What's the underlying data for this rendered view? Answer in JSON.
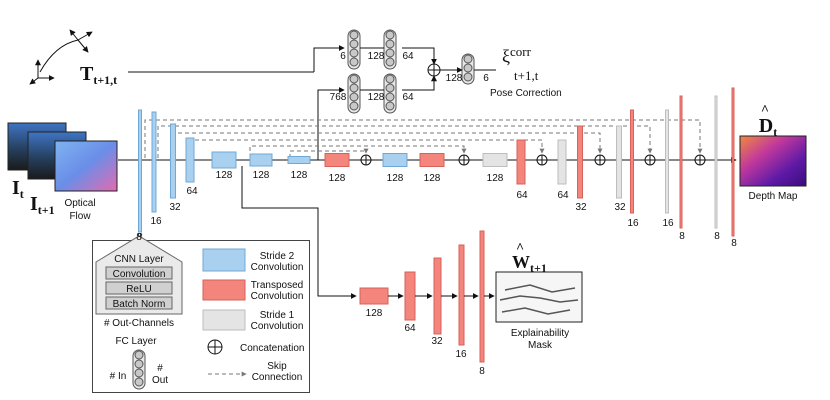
{
  "inputs": {
    "frame_t": "I",
    "frame_t_sub": "t",
    "frame_t1": "I",
    "frame_t1_sub": "t+1",
    "optical_flow": [
      "Optical",
      "Flow"
    ],
    "pose_symbol": "T",
    "pose_sub": "t+1,t"
  },
  "encoder": {
    "channels": [
      "8",
      "16",
      "32",
      "64",
      "128",
      "128",
      "128"
    ]
  },
  "middle": {
    "channels": [
      "128",
      "128",
      "128",
      "128"
    ]
  },
  "decoder": {
    "channels": [
      "64",
      "64",
      "32",
      "32",
      "16",
      "16",
      "8",
      "8",
      "8"
    ]
  },
  "pose_branch": {
    "fc_in_top": "6",
    "fc_in_bottom": "768",
    "fc_mid_top": "128",
    "fc_mid_bottom": "128",
    "fc_out_top": "64",
    "fc_out_bottom": "64",
    "fc_concat": "128",
    "fc_final": "6",
    "output_symbol": "ξ",
    "output_sup": "corr",
    "output_sub": "t+1,t",
    "caption": "Pose Correction"
  },
  "depth_output": {
    "symbol": "D",
    "hat": "^",
    "sub": "t",
    "caption": "Depth Map"
  },
  "mask_branch": {
    "channels": [
      "128",
      "64",
      "32",
      "16",
      "8"
    ],
    "symbol": "W",
    "hat": "^",
    "sub": "t+1",
    "caption": [
      "Explainability",
      "Mask"
    ]
  },
  "legend": {
    "cnn_layer_title": "CNN Layer",
    "cnn_layer_rows": [
      "Convolution",
      "ReLU",
      "Batch Norm"
    ],
    "cnn_layer_caption": "# Out-Channels",
    "cnn_layer_count": "8",
    "stride2": [
      "Stride 2",
      "Convolution"
    ],
    "transposed": [
      "Transposed",
      "Convolution"
    ],
    "stride1": [
      "Stride 1",
      "Convolution"
    ],
    "concat": "Concatenation",
    "skip": [
      "Skip",
      "Connection"
    ],
    "fc_title": "FC Layer",
    "fc_in": "# In",
    "fc_out": [
      "#",
      "Out"
    ]
  },
  "colors": {
    "stride2": "#a9d0ee",
    "stride2_border": "#6fa8d6",
    "transposed": "#f4857c",
    "transposed_border": "#d9615a",
    "stride1": "#e4e4e4",
    "stride1_border": "#bdbdbd",
    "fc_fill": "#c8c8c8",
    "fc_border": "#555555",
    "line": "#111111",
    "skip": "#777777"
  }
}
